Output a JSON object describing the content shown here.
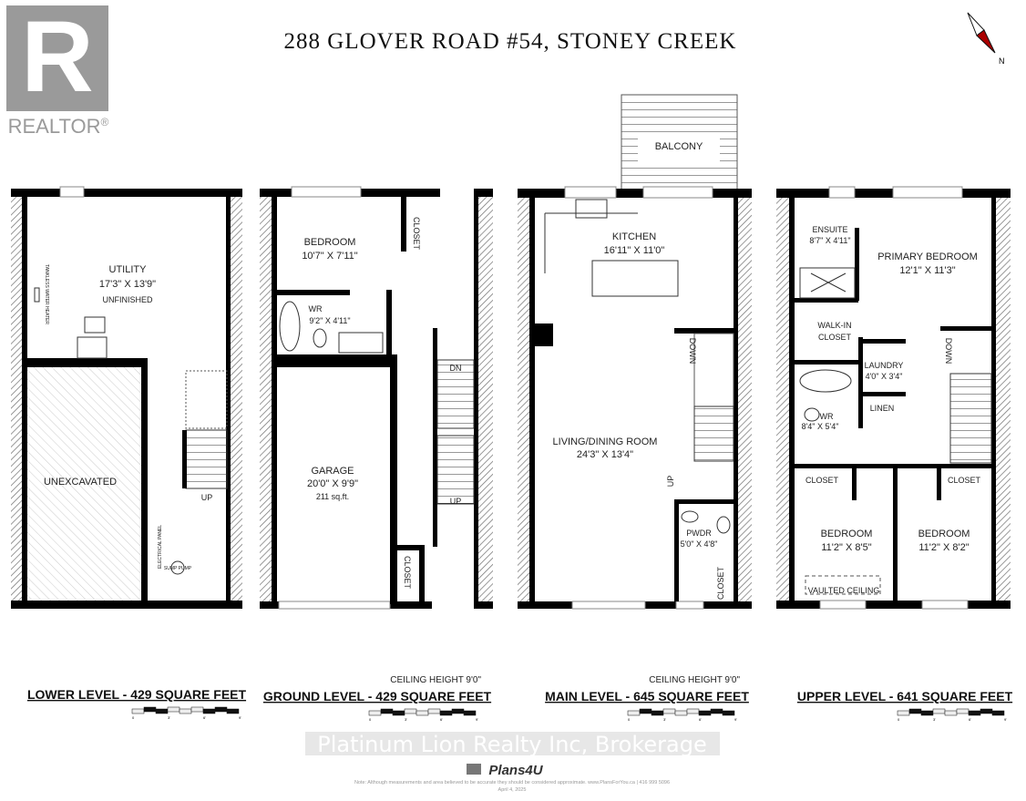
{
  "title": "288 GLOVER ROAD #54, STONEY CREEK",
  "logo": {
    "text": "REALTOR",
    "mark": "®"
  },
  "compass": {
    "label": "N"
  },
  "levels": [
    {
      "name": "LOWER LEVEL - 429 SQUARE FEET",
      "ceiling": "",
      "rooms": [
        {
          "name": "UTILITY",
          "size": "17'3\" X 13'9\"",
          "note": "UNFINISHED"
        },
        {
          "name": "UNEXCAVATED"
        }
      ],
      "labels": {
        "water_heater": "TANKLESS WATER HEATER",
        "electrical": "ELECTRICAL PANEL",
        "sump": "SUMP PUMP",
        "stairs": "UP"
      }
    },
    {
      "name": "GROUND LEVEL - 429 SQUARE FEET",
      "ceiling": "CEILING HEIGHT 9'0\"",
      "rooms": [
        {
          "name": "BEDROOM",
          "size": "10'7\" X 7'11\""
        },
        {
          "name": "WR",
          "size": "9'2\" X 4'11\""
        },
        {
          "name": "GARAGE",
          "size": "20'0\" X 9'9\"",
          "note": "211 sq.ft."
        },
        {
          "name": "CLOSET"
        },
        {
          "name": "CLOSET"
        }
      ],
      "labels": {
        "down": "DN",
        "up": "UP"
      }
    },
    {
      "name": "MAIN LEVEL - 645 SQUARE FEET",
      "ceiling": "CEILING HEIGHT 9'0\"",
      "rooms": [
        {
          "name": "BALCONY"
        },
        {
          "name": "KITCHEN",
          "size": "16'11\" X 11'0\""
        },
        {
          "name": "LIVING/DINING ROOM",
          "size": "24'3\" X 13'4\""
        },
        {
          "name": "PWDR",
          "size": "5'0\" X 4'8\""
        },
        {
          "name": "CLOSET"
        }
      ],
      "labels": {
        "down": "DOWN",
        "up": "UP"
      }
    },
    {
      "name": "UPPER LEVEL - 641 SQUARE FEET",
      "ceiling": "",
      "rooms": [
        {
          "name": "ENSUITE",
          "size": "8'7\" X 4'11\""
        },
        {
          "name": "PRIMARY BEDROOM",
          "size": "12'1\" X 11'3\""
        },
        {
          "name": "WALK-IN",
          "size": "CLOSET"
        },
        {
          "name": "LAUNDRY",
          "size": "4'0\" X 3'4\""
        },
        {
          "name": "LINEN"
        },
        {
          "name": "WR",
          "size": "8'4\" X 5'4\""
        },
        {
          "name": "CLOSET"
        },
        {
          "name": "CLOSET"
        },
        {
          "name": "BEDROOM",
          "size": "11'2\" X 8'5\"",
          "note": "VAULTED CEILING"
        },
        {
          "name": "BEDROOM",
          "size": "11'2\" X 8'2\""
        }
      ],
      "labels": {
        "down": "DOWN"
      }
    }
  ],
  "scale_ticks": [
    "0",
    "3'",
    "6'",
    "9'"
  ],
  "watermark": "Platinum Lion Realty Inc, Brokerage",
  "brand": "Plans4U",
  "note": "Note: Although measurements and area believed to be accurate they should be considered approximate. www.PlansForYou.ca | 416 999 5096",
  "date": "April 4, 2025"
}
